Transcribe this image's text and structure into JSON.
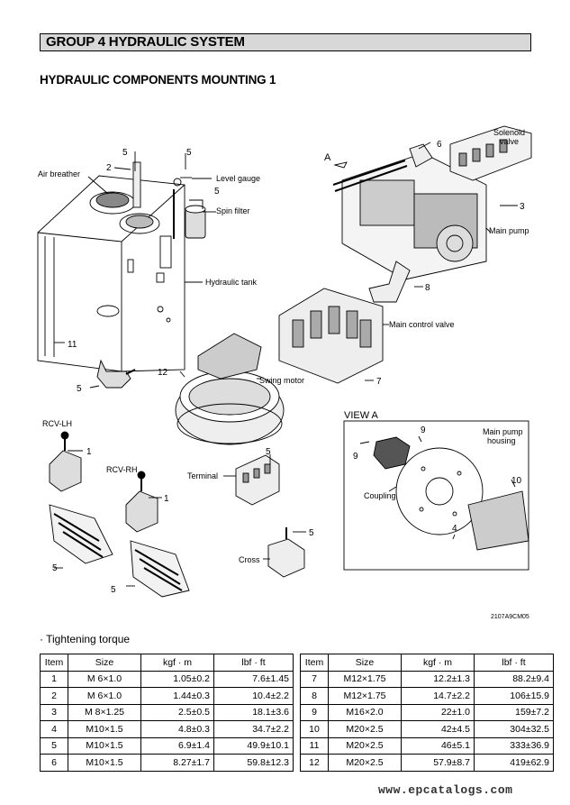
{
  "header": {
    "group_title": "GROUP  4  HYDRAULIC SYSTEM"
  },
  "section_title": "HYDRAULIC COMPONENTS MOUNTING 1",
  "labels": {
    "air_breather": "Air breather",
    "level_gauge": "Level gauge",
    "spin_filter": "Spin filter",
    "hydraulic_tank": "Hydraulic tank",
    "solenoid_valve_1": "Solenoid",
    "solenoid_valve_2": "valve",
    "main_pump": "Main pump",
    "main_control_valve": "Main control valve",
    "swing_motor": "Swing motor",
    "view_a": "VIEW   A",
    "a_marker": "A",
    "main_pump_housing_1": "Main pump",
    "main_pump_housing_2": "housing",
    "coupling": "Coupling",
    "rcv_lh": "RCV-LH",
    "rcv_rh": "RCV-RH",
    "terminal": "Terminal",
    "cross": "Cross"
  },
  "callouts": {
    "c1a": "1",
    "c1b": "1",
    "c2": "2",
    "c3": "3",
    "c4": "4",
    "c5a": "5",
    "c5b": "5",
    "c5c": "5",
    "c5d": "5",
    "c5e": "5",
    "c5f": "5",
    "c5g": "5",
    "c5h": "5",
    "c6": "6",
    "c7": "7",
    "c8": "8",
    "c9a": "9",
    "c9b": "9",
    "c10": "10",
    "c11": "11",
    "c12": "12"
  },
  "figure_code": "2107A9CM05",
  "torque": {
    "title": "· Tightening torque",
    "headers": {
      "item": "Item",
      "size": "Size",
      "kgf": "kgf · m",
      "lbf": "lbf · ft"
    },
    "rows_left": [
      {
        "item": "1",
        "size": "M 6×1.0",
        "kgf": "1.05±0.2",
        "lbf": "7.6±1.45"
      },
      {
        "item": "2",
        "size": "M 6×1.0",
        "kgf": "1.44±0.3",
        "lbf": "10.4±2.2"
      },
      {
        "item": "3",
        "size": "M 8×1.25",
        "kgf": "2.5±0.5",
        "lbf": "18.1±3.6"
      },
      {
        "item": "4",
        "size": "M10×1.5",
        "kgf": "4.8±0.3",
        "lbf": "34.7±2.2"
      },
      {
        "item": "5",
        "size": "M10×1.5",
        "kgf": "6.9±1.4",
        "lbf": "49.9±10.1"
      },
      {
        "item": "6",
        "size": "M10×1.5",
        "kgf": "8.27±1.7",
        "lbf": "59.8±12.3"
      }
    ],
    "rows_right": [
      {
        "item": "7",
        "size": "M12×1.75",
        "kgf": "12.2±1.3",
        "lbf": "88.2±9.4"
      },
      {
        "item": "8",
        "size": "M12×1.75",
        "kgf": "14.7±2.2",
        "lbf": "106±15.9"
      },
      {
        "item": "9",
        "size": "M16×2.0",
        "kgf": "22±1.0",
        "lbf": "159±7.2"
      },
      {
        "item": "10",
        "size": "M20×2.5",
        "kgf": "42±4.5",
        "lbf": "304±32.5"
      },
      {
        "item": "11",
        "size": "M20×2.5",
        "kgf": "46±5.1",
        "lbf": "333±36.9"
      },
      {
        "item": "12",
        "size": "M20×2.5",
        "kgf": "57.9±8.7",
        "lbf": "419±62.9"
      }
    ]
  },
  "watermark": "www.epcatalogs.com"
}
